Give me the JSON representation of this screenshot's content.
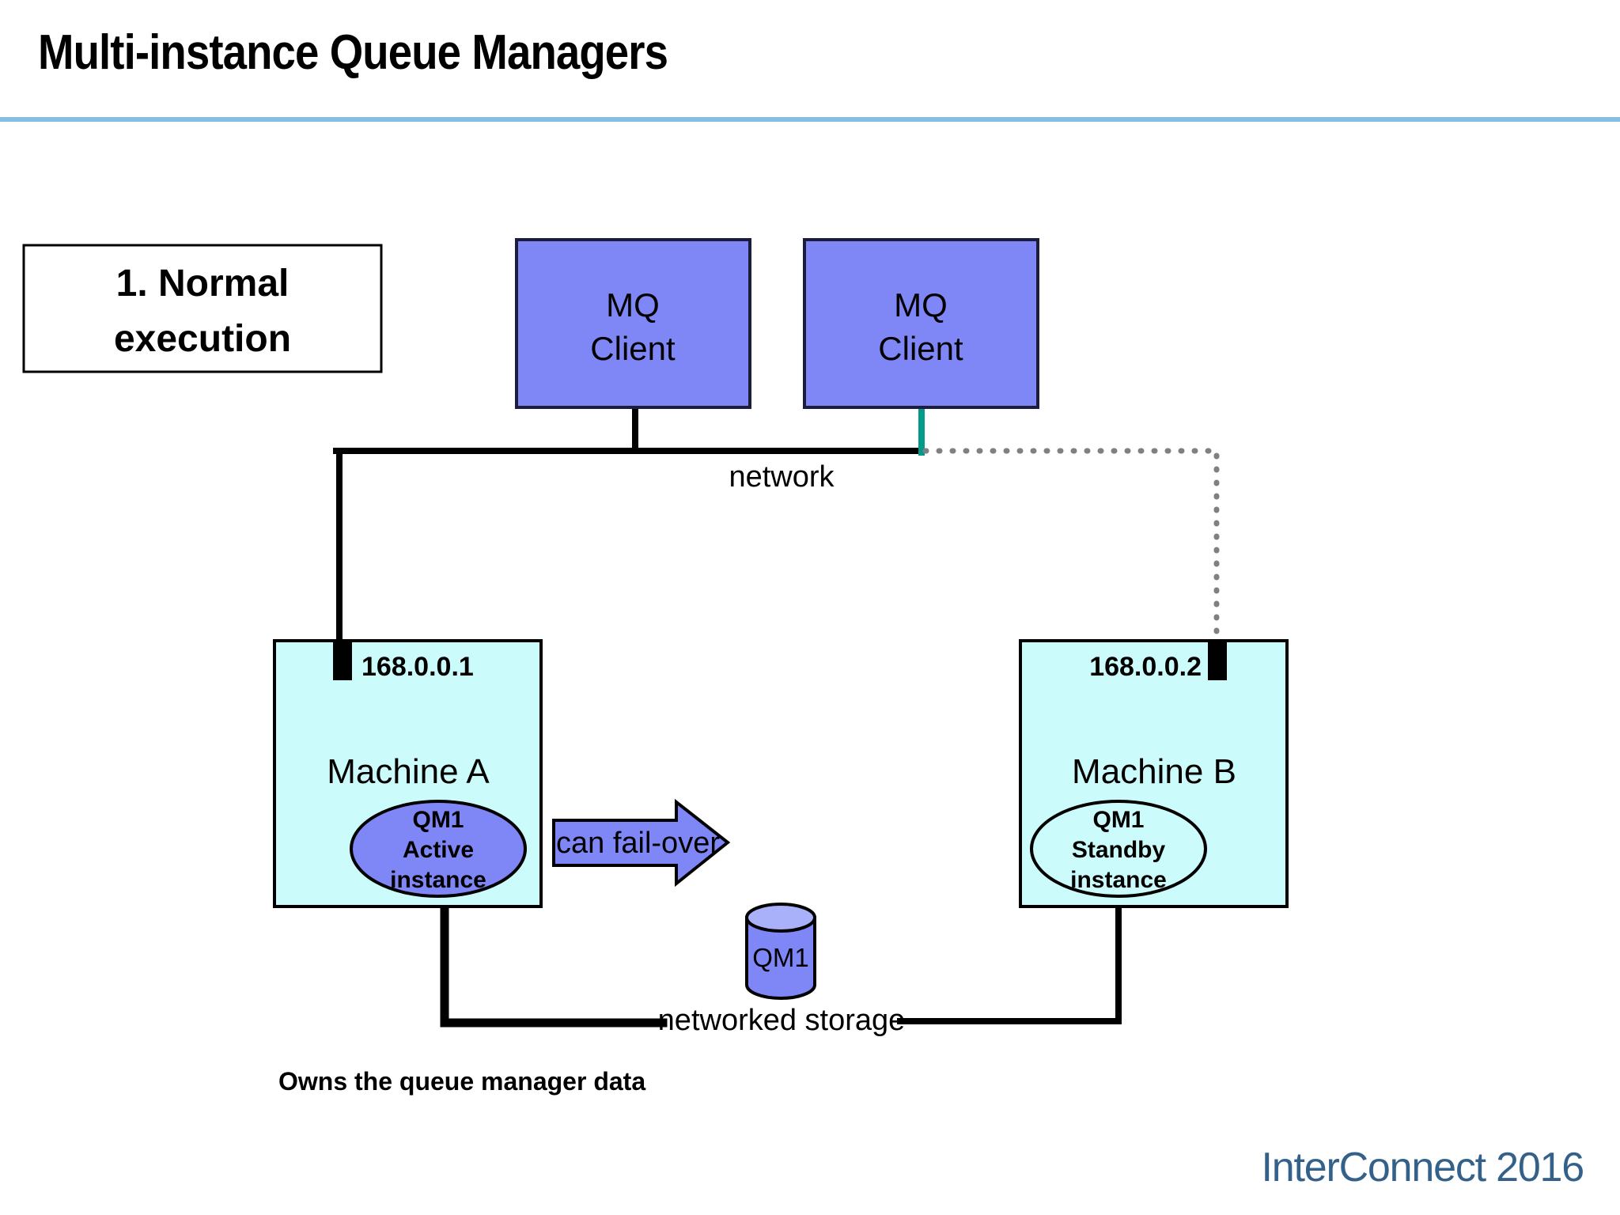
{
  "slide": {
    "title": "Multi-instance Queue Managers",
    "footer_brand": "InterConnect 2016"
  },
  "step_box": {
    "line1": "1. Normal",
    "line2": "execution"
  },
  "clients": [
    {
      "line1": "MQ",
      "line2": "Client",
      "name": "mq-client-left"
    },
    {
      "line1": "MQ",
      "line2": "Client",
      "name": "mq-client-right"
    }
  ],
  "labels": {
    "network": "network",
    "networked_storage": "networked storage",
    "owns_data": "Owns the queue manager data",
    "failover_arrow": "can fail-over"
  },
  "machines": [
    {
      "name": "machine-a",
      "ip": "168.0.0.1",
      "title": "Machine A",
      "qm_line1": "QM1",
      "qm_line2": "Active",
      "qm_line3": "instance"
    },
    {
      "name": "machine-b",
      "ip": "168.0.0.2",
      "title": "Machine B",
      "qm_line1": "QM1",
      "qm_line2": "Standby",
      "qm_line3": "instance"
    }
  ],
  "storage": {
    "label": "QM1"
  },
  "colors": {
    "rule": "#85bede",
    "client_fill": "#7f87f7",
    "client_stroke": "#1c1c3c",
    "machine_fill": "#cbfbfb",
    "machine_stroke": "#000000",
    "active_qm_fill": "#7f87f7",
    "standby_qm_fill": "none",
    "arrow_fill": "#7f87f7",
    "cylinder_fill": "#7f87f7",
    "cylinder_top_fill": "#aab1fb",
    "teal_link": "#009a8b",
    "dotted_link": "#808080",
    "footer_text": "#34618a"
  }
}
